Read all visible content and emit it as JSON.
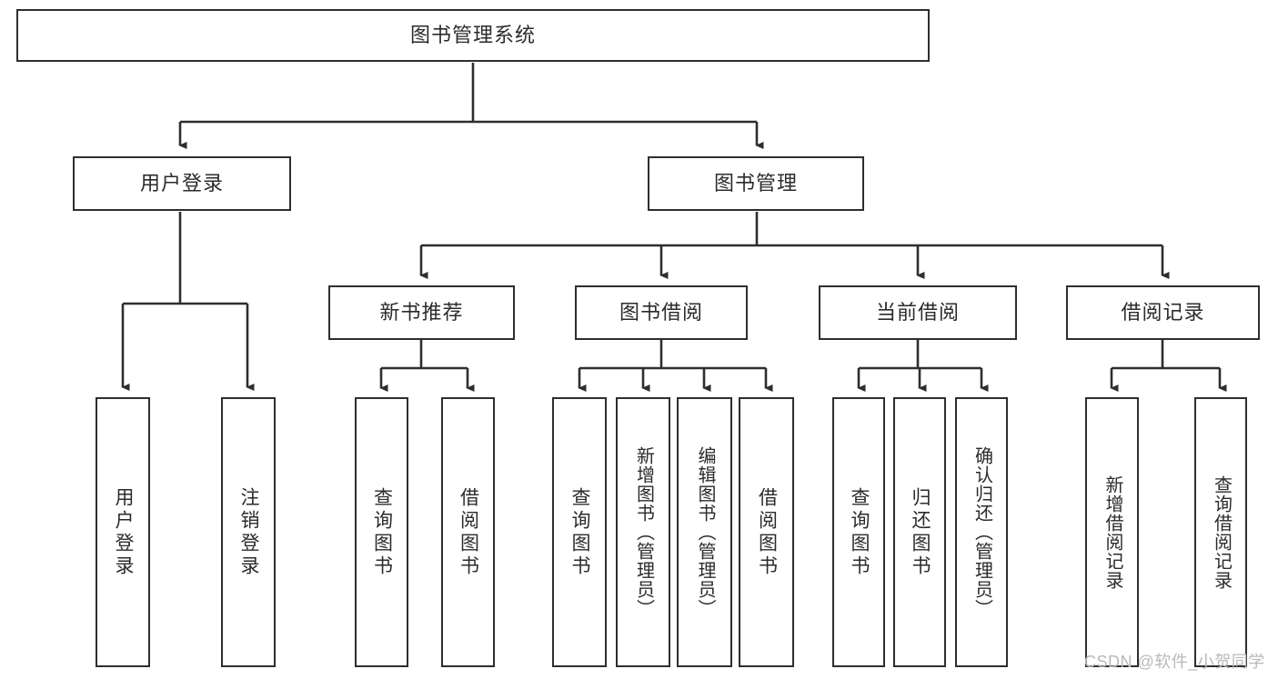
{
  "diagram": {
    "type": "tree-hierarchy",
    "orientation": "top-down",
    "root": {
      "id": "root",
      "label": "图书管理系统"
    },
    "level2": [
      {
        "id": "user-login",
        "label": "用户登录"
      },
      {
        "id": "book-manage",
        "label": "图书管理"
      }
    ],
    "level3": [
      {
        "id": "new-book-rec",
        "label": "新书推荐",
        "parent": "book-manage"
      },
      {
        "id": "book-borrow",
        "label": "图书借阅",
        "parent": "book-manage"
      },
      {
        "id": "current-borrow",
        "label": "当前借阅",
        "parent": "book-manage"
      },
      {
        "id": "borrow-record",
        "label": "借阅记录",
        "parent": "book-manage"
      }
    ],
    "leaves": [
      {
        "id": "leaf-user-login",
        "label": "用户登录",
        "parent": "user-login"
      },
      {
        "id": "leaf-logout-login",
        "label": "注销登录",
        "parent": "user-login"
      },
      {
        "id": "leaf-query-book-1",
        "label": "查询图书",
        "parent": "new-book-rec"
      },
      {
        "id": "leaf-borrow-book-1",
        "label": "借阅图书",
        "parent": "new-book-rec"
      },
      {
        "id": "leaf-query-book-2",
        "label": "查询图书",
        "parent": "book-borrow"
      },
      {
        "id": "leaf-add-book",
        "label": "新增图书（管理员）",
        "parent": "book-borrow"
      },
      {
        "id": "leaf-edit-book",
        "label": "编辑图书（管理员）",
        "parent": "book-borrow"
      },
      {
        "id": "leaf-borrow-book-2",
        "label": "借阅图书",
        "parent": "book-borrow"
      },
      {
        "id": "leaf-query-book-3",
        "label": "查询图书",
        "parent": "current-borrow"
      },
      {
        "id": "leaf-return-book",
        "label": "归还图书",
        "parent": "current-borrow"
      },
      {
        "id": "leaf-confirm-return",
        "label": "确认归还（管理员）",
        "parent": "current-borrow"
      },
      {
        "id": "leaf-add-record",
        "label": "新增借阅记录",
        "parent": "borrow-record"
      },
      {
        "id": "leaf-query-record",
        "label": "查询借阅记录",
        "parent": "borrow-record"
      }
    ],
    "colors": {
      "box_border": "#2e2e2e",
      "box_fill": "#ffffff",
      "connector": "#2e2e2e",
      "text": "#2b2b2b",
      "watermark": "#b9b9b9",
      "background": "#ffffff"
    }
  },
  "watermark": {
    "text": "CSDN @软件_小贺同学"
  }
}
